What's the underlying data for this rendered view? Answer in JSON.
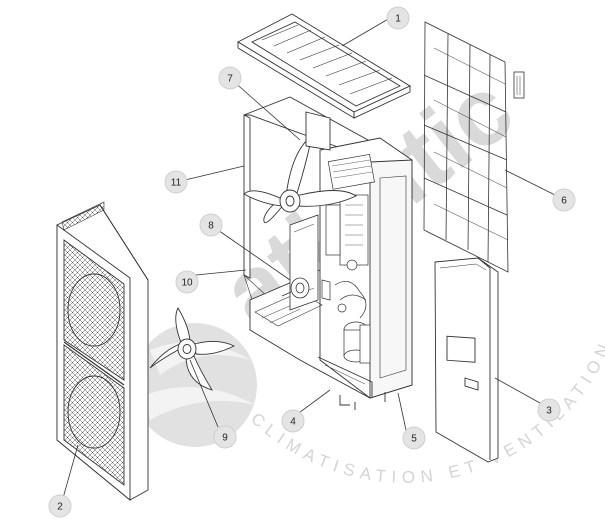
{
  "diagram": {
    "type": "exploded-parts-view",
    "line_color": "#333333",
    "part_fill": "#ffffff",
    "callout_fill": "#e4e4e4",
    "watermark_color": "#d9d9d9",
    "callouts": [
      {
        "number": "1"
      },
      {
        "number": "2"
      },
      {
        "number": "3"
      },
      {
        "number": "4"
      },
      {
        "number": "5"
      },
      {
        "number": "6"
      },
      {
        "number": "7"
      },
      {
        "number": "8"
      },
      {
        "number": "9"
      },
      {
        "number": "10"
      },
      {
        "number": "11"
      }
    ]
  },
  "watermark": {
    "brand": "atlantic",
    "tagline": "CLIMATISATION ET VENTILATION"
  }
}
